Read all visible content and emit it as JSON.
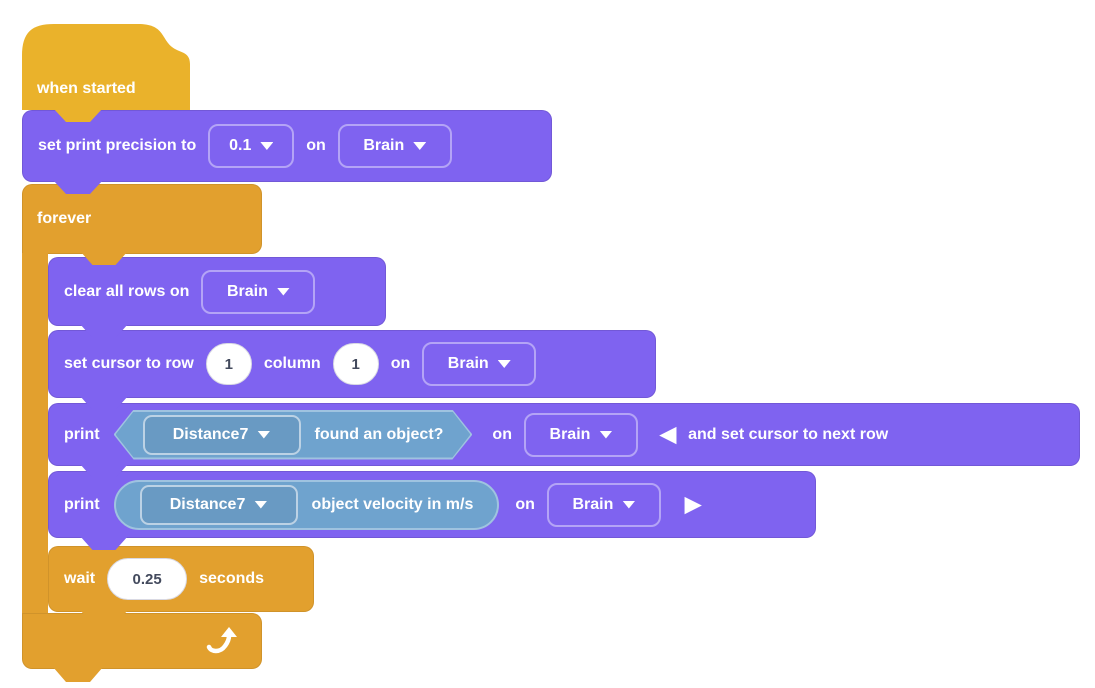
{
  "app": "block-coding-workspace",
  "colors": {
    "hat_yellow": "#EAB22B",
    "control_orange": "#E2A02E",
    "printing_purple": "#7F63F0",
    "sensing_blue": "#6FA3CE",
    "sensing_blue_border": "#9FC3E0",
    "input_text": "#434A5D",
    "background": "#FFFFFF"
  },
  "icons": {
    "dropdown_caret": "▾",
    "collapse_left": "◀",
    "expand_right": "▶",
    "loop_arrow": "curved-up-arrow"
  },
  "blocks": {
    "when_started": {
      "label": "when started"
    },
    "set_print_precision": {
      "label": "set print precision to",
      "precision": "0.1",
      "on": "on",
      "device": "Brain"
    },
    "forever": {
      "label": "forever"
    },
    "clear_all_rows": {
      "label": "clear all rows on",
      "device": "Brain"
    },
    "set_cursor": {
      "label_row": "set cursor to row",
      "row": "1",
      "label_column": "column",
      "column": "1",
      "on": "on",
      "device": "Brain"
    },
    "print_found": {
      "label": "print",
      "sensor": "Distance7",
      "condition": "found an object?",
      "on": "on",
      "device": "Brain",
      "suffix": "and set cursor to next row"
    },
    "print_velocity": {
      "label": "print",
      "sensor": "Distance7",
      "reporter": "object velocity in m/s",
      "on": "on",
      "device": "Brain"
    },
    "wait": {
      "label": "wait",
      "value": "0.25",
      "suffix": "seconds"
    }
  }
}
